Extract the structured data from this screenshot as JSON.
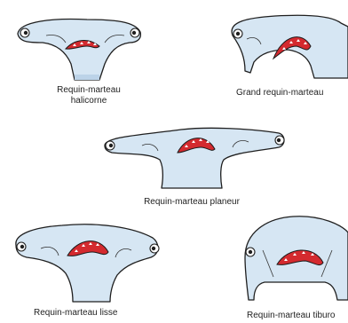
{
  "heads": [
    {
      "name": "halicorne",
      "caption_line1": "Requin-marteau",
      "caption_line2": "halicorne"
    },
    {
      "name": "grand",
      "caption_line1": "Grand requin-marteau"
    },
    {
      "name": "planeur",
      "caption_line1": "Requin-marteau planeur"
    },
    {
      "name": "lisse",
      "caption_line1": "Requin-marteau lisse"
    },
    {
      "name": "tiburo",
      "caption_line1": "Requin-marteau tiburo"
    }
  ],
  "colors": {
    "skin": "#d6e6f3",
    "mouth": "#d42a2f",
    "outline": "#1f1f1f"
  }
}
